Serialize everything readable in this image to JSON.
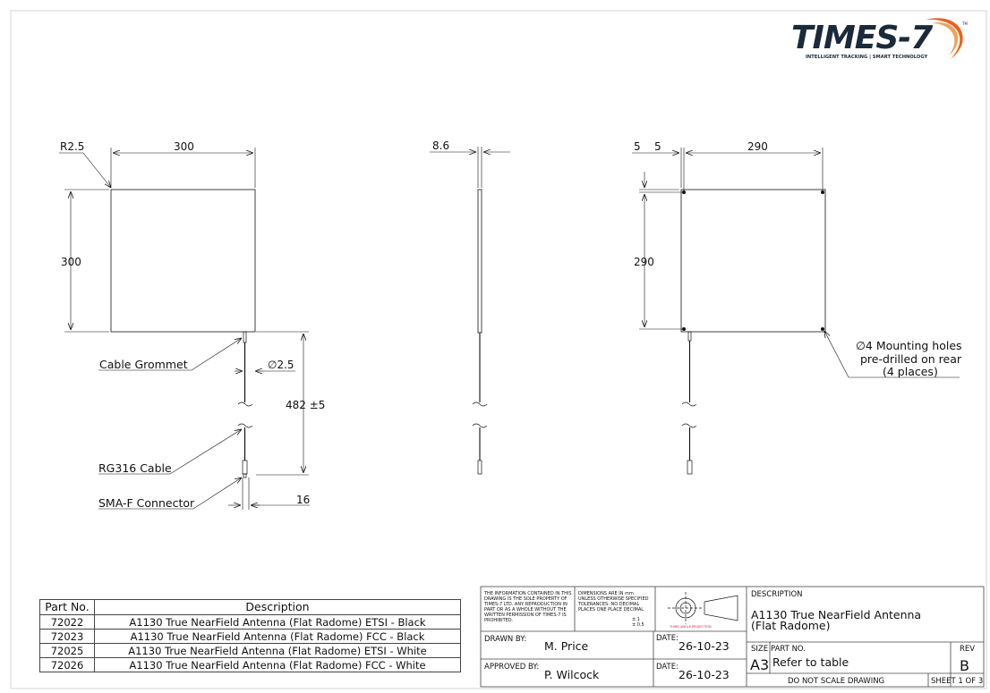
{
  "logo": {
    "brand": "TIMES-7",
    "tagline": "INTELLIGENT TRACKING | SMART TECHNOLOGY",
    "tm": "TM",
    "brand_color": "#1b2a3a",
    "accent_color": "#e8631c"
  },
  "front_view": {
    "radius": "R2.5",
    "width": "300",
    "height": "300",
    "cable_dia": "∅2.5",
    "cable_length": "482 ±5",
    "connector_offset": "16",
    "callouts": {
      "grommet": "Cable Grommet",
      "cable": "RG316 Cable",
      "connector": "SMA-F Connector"
    }
  },
  "side_view": {
    "thickness": "8.6"
  },
  "rear_view": {
    "edge_x1": "5",
    "edge_x2": "5",
    "hole_span_x": "290",
    "hole_span_y": "290",
    "holes_note": [
      "∅4 Mounting holes",
      "pre-drilled on rear",
      "(4 places)"
    ]
  },
  "parts_table": {
    "headers": [
      "Part No.",
      "Description"
    ],
    "rows": [
      [
        "72022",
        "A1130 True NearField Antenna (Flat Radome) ETSI - Black"
      ],
      [
        "72023",
        "A1130 True NearField Antenna (Flat Radome) FCC - Black"
      ],
      [
        "72025",
        "A1130 True NearField Antenna (Flat Radome) ETSI - White"
      ],
      [
        "72026",
        "A1130 True NearField Antenna (Flat Radome) FCC - White"
      ]
    ]
  },
  "title_block": {
    "ownership": "THE INFORMATION CONTAINED IN THIS DRAWING IS THE SOLE PROPERTY OF TIMES-7 LTD. ANY REPRODUCTION IN PART OR AS A WHOLE WITHOUT THE WRITTEN PERMISSION OF TIMES-7 IS PROHIBITED.",
    "tolerances": "DIMENSIONS ARE IN mm UNLESS OTHERWISE SPECIFIED TOLERANCES: NO DECIMAL PLACES ONE PLACE DECIMAL",
    "tol_values": [
      "± 1",
      "± 0.5"
    ],
    "projection_caption": "THIRD ANGLE PROJECTION",
    "description_label": "DESCRIPTION",
    "description_lines": [
      "A1130 True NearField Antenna",
      "(Flat Radome)"
    ],
    "drawn_by_label": "DRAWN BY:",
    "drawn_by": "M. Price",
    "date_label": "DATE:",
    "drawn_date": "26-10-23",
    "approved_by_label": "APPROVED BY:",
    "approved_by": "P. Wilcock",
    "approved_date": "26-10-23",
    "size_label": "SIZE",
    "size": "A3",
    "part_no_label": "PART NO.",
    "part_no": "Refer to table",
    "rev_label": "REV",
    "rev": "B",
    "scale_note": "DO NOT SCALE DRAWING",
    "sheet": "SHEET 1 OF 3"
  }
}
